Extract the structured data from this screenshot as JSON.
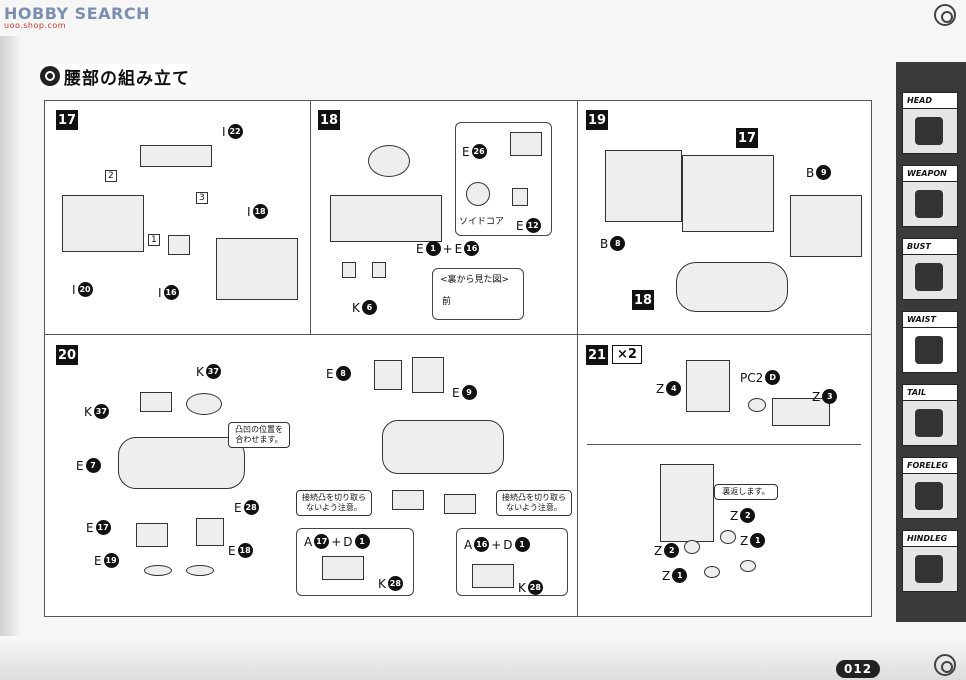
{
  "watermark": {
    "text": "HOBBY SEARCH",
    "site": "uoo.shop.com"
  },
  "section_title": "腰部の組み立て",
  "steps": [
    {
      "no": "17",
      "labels": [
        {
          "letter": "I",
          "num": "22"
        },
        {
          "letter": "I",
          "num": "18"
        },
        {
          "letter": "I",
          "num": "20"
        },
        {
          "letter": "I",
          "num": "16"
        }
      ],
      "order": [
        "1",
        "2",
        "3"
      ]
    },
    {
      "no": "18",
      "labels": [
        {
          "letter": "E",
          "num": "26"
        },
        {
          "letter": "E",
          "num": "12"
        },
        {
          "letter": "K",
          "num": "6"
        }
      ],
      "formula": {
        "a": "E",
        "an": "1",
        "op": "+",
        "b": "E",
        "bn": "16"
      },
      "core": "ソイドコア",
      "view_note": "<裏から見た図>",
      "front": "前"
    },
    {
      "no": "19",
      "labels": [
        {
          "letter": "B",
          "num": "9"
        },
        {
          "letter": "B",
          "num": "8"
        }
      ],
      "refs": [
        "17",
        "18"
      ]
    },
    {
      "no": "20",
      "labels": [
        {
          "letter": "K",
          "num": "37"
        },
        {
          "letter": "K",
          "num": "37"
        },
        {
          "letter": "E",
          "num": "7"
        },
        {
          "letter": "E",
          "num": "17"
        },
        {
          "letter": "E",
          "num": "19"
        },
        {
          "letter": "E",
          "num": "28"
        },
        {
          "letter": "E",
          "num": "18"
        },
        {
          "letter": "E",
          "num": "8"
        },
        {
          "letter": "E",
          "num": "9"
        },
        {
          "letter": "K",
          "num": "28"
        },
        {
          "letter": "K",
          "num": "28"
        }
      ],
      "align_note": "凸凹の位置を合わせます。",
      "warn_note": "接続凸を切り取らないよう注意。",
      "formula1": {
        "a": "A",
        "an": "17",
        "op": "+",
        "b": "D",
        "bn": "1"
      },
      "formula2": {
        "a": "A",
        "an": "16",
        "op": "+",
        "b": "D",
        "bn": "1"
      }
    },
    {
      "no": "21",
      "times": "×2",
      "labels": [
        {
          "letter": "Z",
          "num": "4"
        },
        {
          "letter": "PC2",
          "num": "D"
        },
        {
          "letter": "Z",
          "num": "3"
        },
        {
          "letter": "Z",
          "num": "2"
        },
        {
          "letter": "Z",
          "num": "2"
        },
        {
          "letter": "Z",
          "num": "1"
        },
        {
          "letter": "Z",
          "num": "1"
        }
      ],
      "note": "裏返します。"
    }
  ],
  "tabs": [
    {
      "label": "HEAD"
    },
    {
      "label": "WEAPON"
    },
    {
      "label": "BUST"
    },
    {
      "label": "WAIST"
    },
    {
      "label": "TAIL"
    },
    {
      "label": "FORELEG"
    },
    {
      "label": "HINDLEG"
    }
  ],
  "page_number": "012"
}
